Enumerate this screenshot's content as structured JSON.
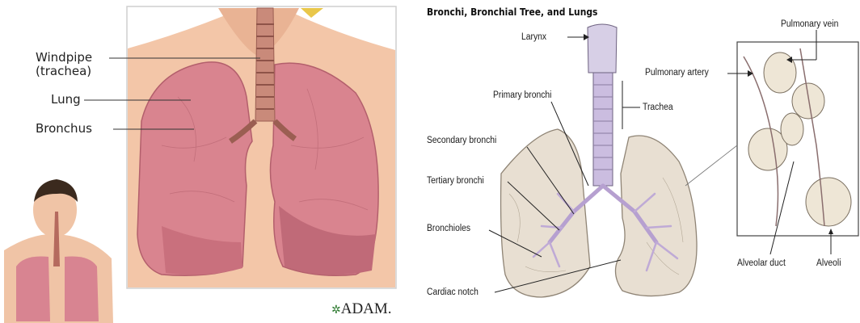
{
  "left_panel": {
    "labels": {
      "windpipe_line1": "Windpipe",
      "windpipe_line2": "(trachea)",
      "lung": "Lung",
      "bronchus": "Bronchus"
    },
    "logo_text": "ADAM."
  },
  "right_panel": {
    "title": "Bronchi, Bronchial Tree, and Lungs",
    "labels": {
      "larynx": "Larynx",
      "primary_bronchi": "Primary bronchi",
      "trachea": "Trachea",
      "secondary_bronchi": "Secondary bronchi",
      "tertiary_bronchi": "Tertiary bronchi",
      "bronchioles": "Bronchioles",
      "cardiac_notch": "Cardiac notch",
      "pulmonary_artery": "Pulmonary artery",
      "pulmonary_vein": "Pulmonary vein",
      "alveolar_duct": "Alveolar duct",
      "alveoli": "Alveoli"
    }
  },
  "colors": {
    "lung_pink": "#d9848f",
    "skin": "#f2c2a4",
    "tree_lavender": "#c9b5dc",
    "sketch_lung": "#e8dfd2"
  }
}
